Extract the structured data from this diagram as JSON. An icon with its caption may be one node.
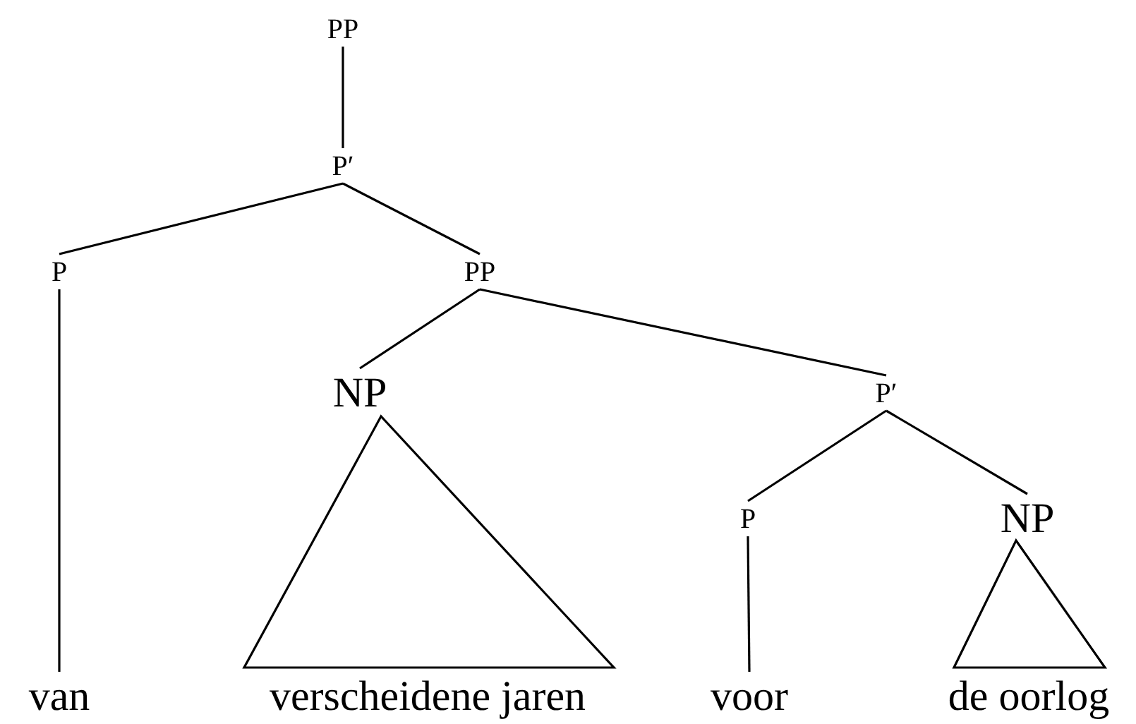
{
  "diagram": {
    "nodes": [
      {
        "text": [
          "PP"
        ]
      },
      {
        "text": [
          "P′"
        ]
      },
      {
        "text": [
          "P"
        ]
      },
      {
        "text": [
          "PP"
        ]
      },
      {
        "text": [
          "NP"
        ]
      },
      {
        "text": [
          "P′"
        ]
      },
      {
        "text": [
          "P"
        ]
      },
      {
        "text": [
          "NP"
        ]
      },
      {
        "text": [],
        "shape": "triangle"
      },
      {
        "text": [],
        "shape": "triangle"
      },
      {
        "text": [
          "van"
        ]
      },
      {
        "text": [
          "verscheidene jaren"
        ]
      },
      {
        "text": [
          "voor"
        ]
      },
      {
        "text": [
          "de oorlog"
        ]
      }
    ],
    "edges": [
      {
        "from": 0,
        "to": 1,
        "arrow": "none"
      },
      {
        "from": 1,
        "to": 2,
        "arrow": "none"
      },
      {
        "from": 1,
        "to": 3,
        "arrow": "none"
      },
      {
        "from": 2,
        "to": 10,
        "arrow": "none"
      },
      {
        "from": 3,
        "to": 4,
        "arrow": "none"
      },
      {
        "from": 3,
        "to": 5,
        "arrow": "none"
      },
      {
        "from": 5,
        "to": 6,
        "arrow": "none"
      },
      {
        "from": 5,
        "to": 7,
        "arrow": "none"
      },
      {
        "from": 6,
        "to": 12,
        "arrow": "none"
      }
    ]
  }
}
